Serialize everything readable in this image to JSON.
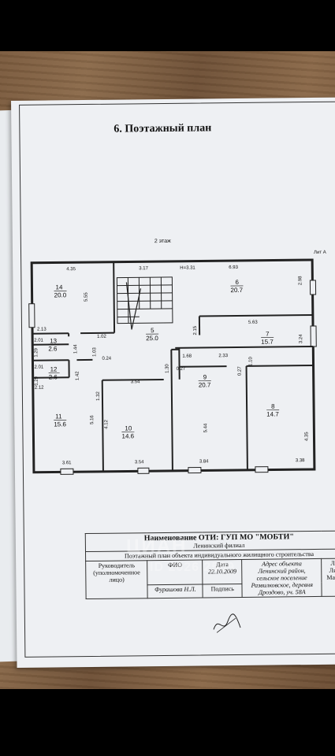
{
  "document": {
    "title": "6. Поэтажный план",
    "floor_label": "2 этаж",
    "liter": "Лит А"
  },
  "rooms": [
    {
      "num": "14",
      "area": "20.0"
    },
    {
      "num": "13",
      "area": "2.6"
    },
    {
      "num": "12",
      "area": "2.6"
    },
    {
      "num": "11",
      "area": "15.6"
    },
    {
      "num": "10",
      "area": "14.6"
    },
    {
      "num": "5",
      "area": "25.0"
    },
    {
      "num": "6",
      "area": "20.7"
    },
    {
      "num": "7",
      "area": "15.7"
    },
    {
      "num": "9",
      "area": "20.7"
    },
    {
      "num": "8",
      "area": "14.7"
    }
  ],
  "dimensions": {
    "d_4_35_top": "4.35",
    "d_3_17": "3.17",
    "d_h331": "H=3.31",
    "d_6_93": "6.93",
    "d_2_98": "2.98",
    "d_5_55": "5.55",
    "d_5_63": "5.63",
    "d_2_15": "2.15",
    "d_3_24": "3.24",
    "d_2_13": "2.13",
    "d_2_01a": "2.01",
    "d_1_44": "1.44",
    "d_1_02": "1.02",
    "d_1_03": "1.03",
    "d_0_24": "0.24",
    "d_1_29a": "1.29",
    "d_2_01b": "2.01",
    "d_1_42": "1.42",
    "d_1_29b": "1.29",
    "d_2_12": "2.12",
    "d_1_68": "1.68",
    "d_2_33": "2.33",
    "d_1_10": "1.10",
    "d_1_30": "1.30",
    "d_0_27a": "0.27",
    "d_0_27b": "0.27",
    "d_3_54a": "3.54",
    "d_1_32": "1.32",
    "d_5_16": "5.16",
    "d_4_12": "4.12",
    "d_5_44": "5.44",
    "d_4_35_side": "4.35",
    "d_3_61": "3.61",
    "d_3_54b": "3.54",
    "d_3_84": "3.84",
    "d_3_38": "3.38"
  },
  "stamp": {
    "org": "Наименование ОТИ: ГУП МО \"МОБТИ\"",
    "branch": "Ленинский филиал",
    "plan_name": "Поэтажный план объекта индивидуального жилищного строительства",
    "head": "Руководитель",
    "head2": "(уполномоченное",
    "head3": "лицо)",
    "fio_label": "ФИО",
    "fio_value": "Фурашова Н.Л.",
    "date_label": "Дата",
    "date_value": "22.10.2009",
    "sign_label": "Подпись",
    "address_label": "Адрес объекта",
    "address_1": "Ленинский район,",
    "address_2": "сельское поселение",
    "address_3": "Развилковское, деревня",
    "address_4": "Дроздово, уч. 58А",
    "sheet": "Лист",
    "sheets": "Листо",
    "scale": "Масшта"
  },
  "watermark": {
    "brand": "ЦИАН",
    "id": "ID 2026 2569"
  },
  "colors": {
    "wood": "#7a5a3d",
    "paper": "#eef0f3",
    "ink": "#111111"
  }
}
